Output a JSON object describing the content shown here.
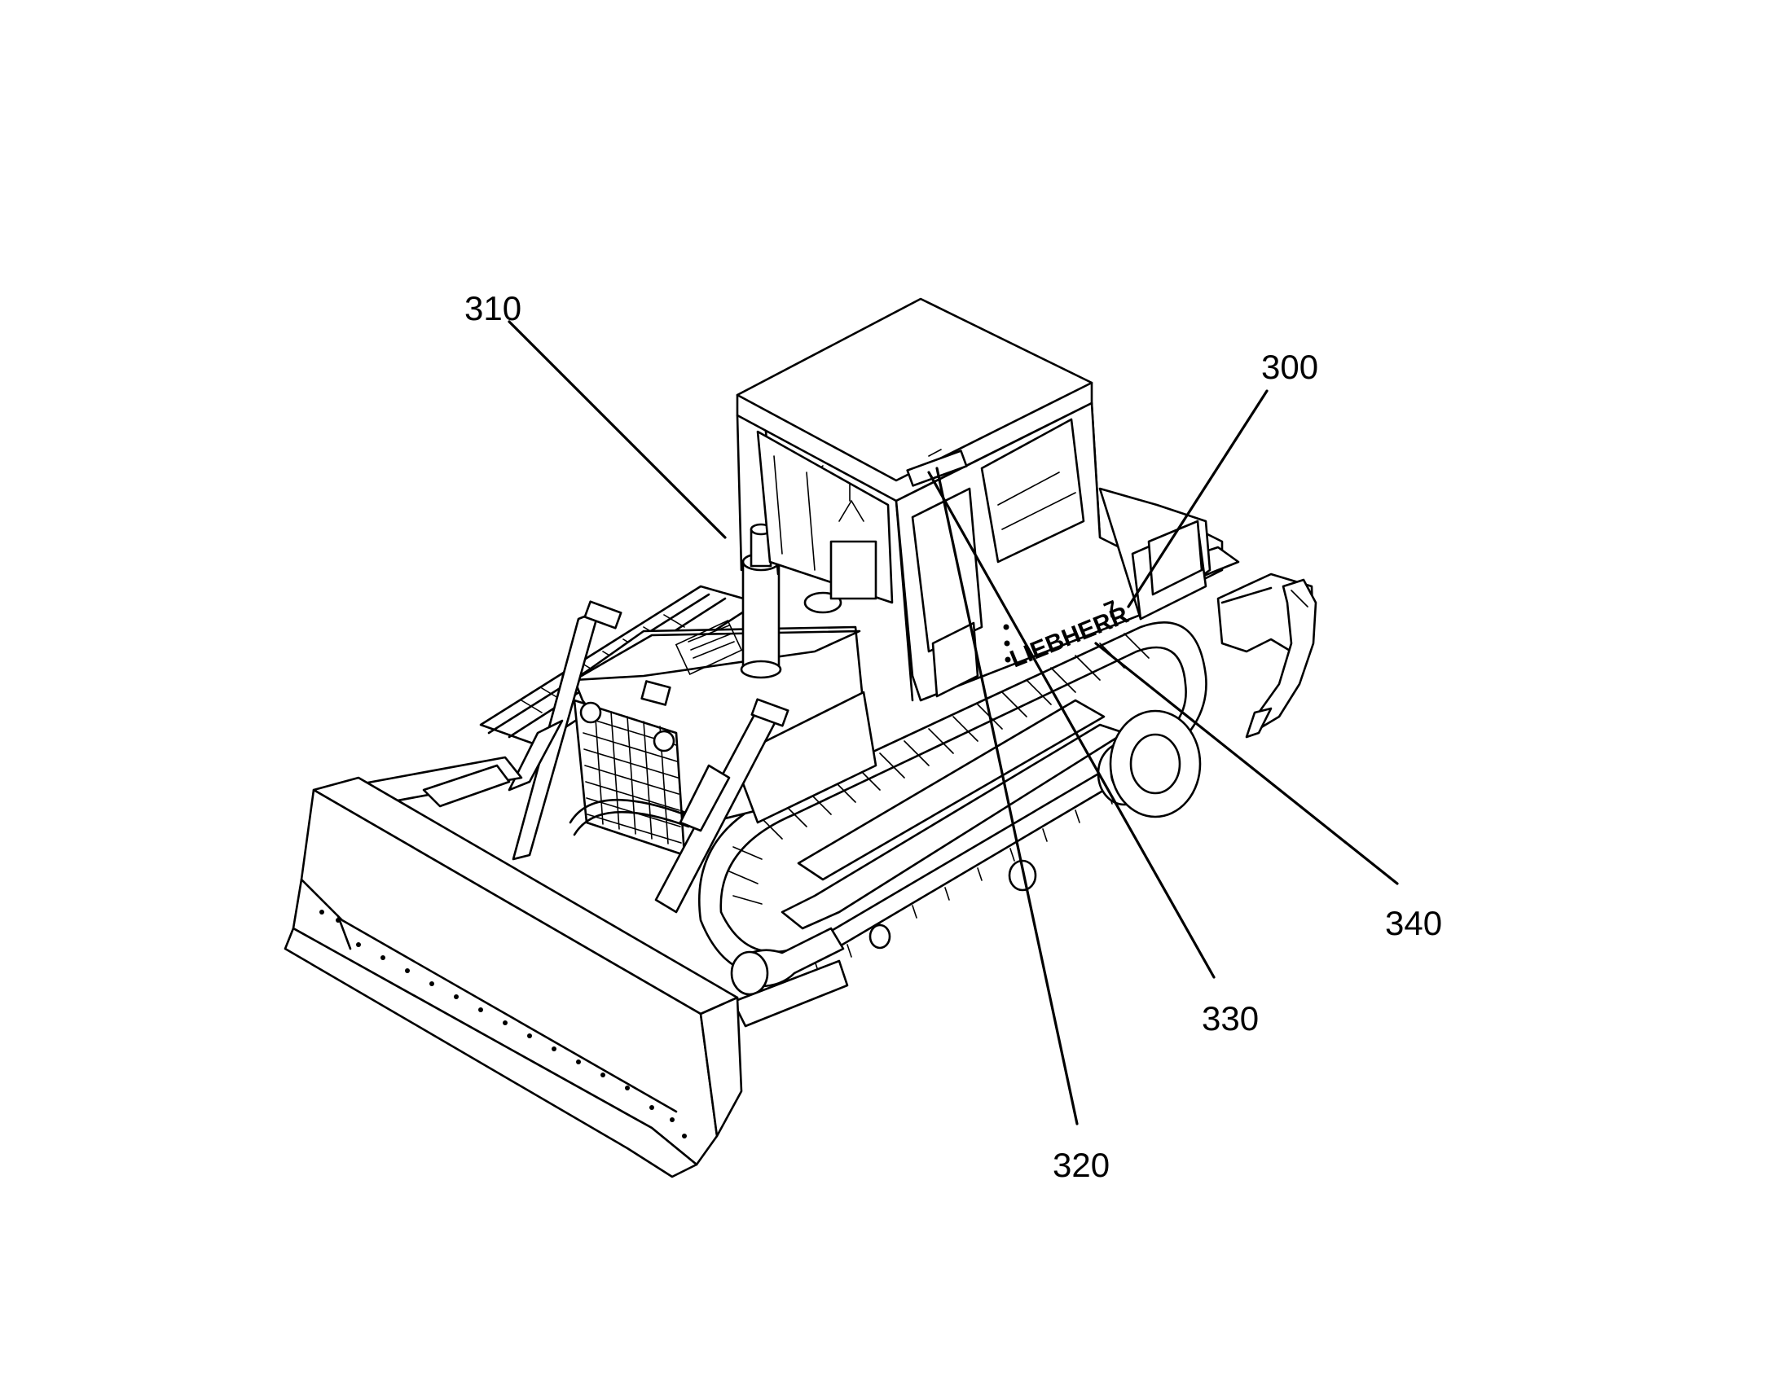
{
  "figure": {
    "reference_numerals": [
      {
        "id": "300",
        "text": "300"
      },
      {
        "id": "310",
        "text": "310"
      },
      {
        "id": "320",
        "text": "320"
      },
      {
        "id": "330",
        "text": "330"
      },
      {
        "id": "340",
        "text": "340"
      }
    ],
    "brand_text": "LIEBHERR",
    "model_text": "7"
  }
}
